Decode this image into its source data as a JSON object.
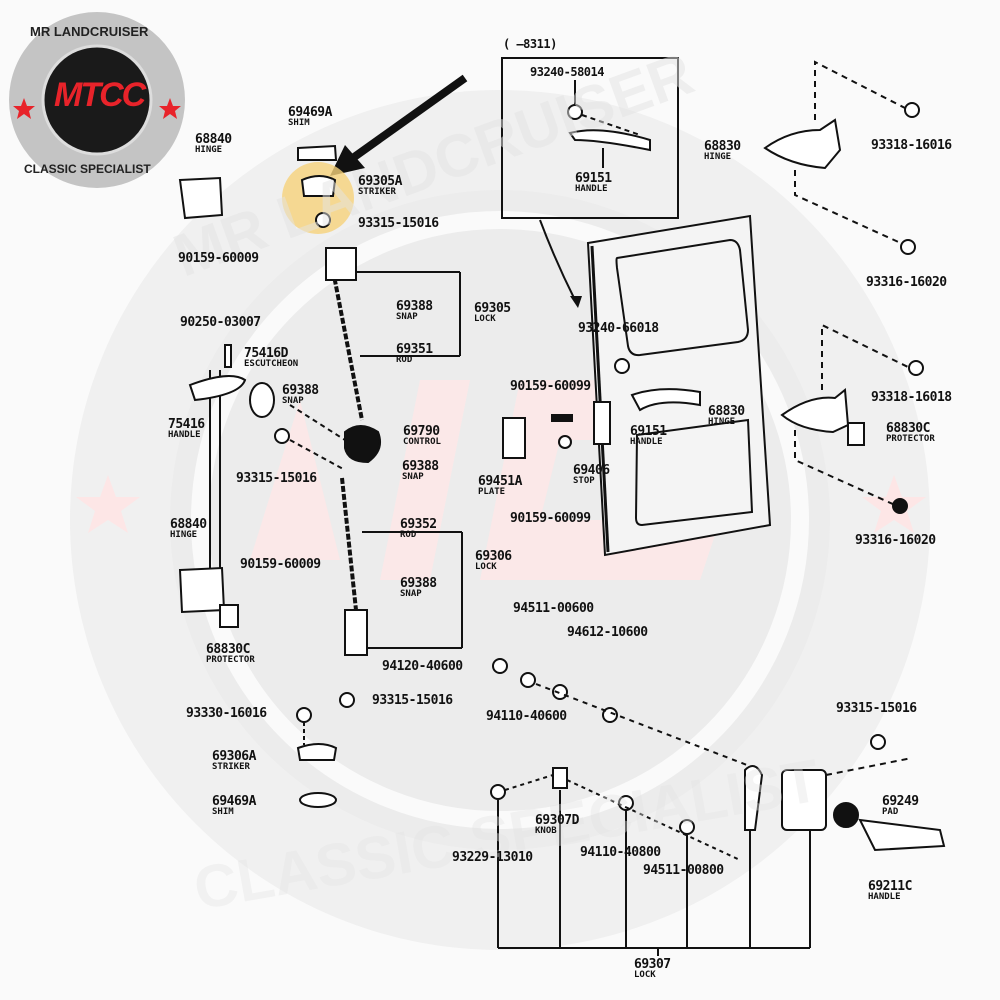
{
  "logo": {
    "brand_top": "MR LANDCRUISER",
    "brand_bottom": "CLASSIC SPECIALIST",
    "monogram": "MTCC",
    "colors": {
      "ring": "#c8c8c8",
      "disc": "#1a1a1a",
      "accent": "#e8232a"
    }
  },
  "watermark": {
    "text_top": "MR LANDCRUISER",
    "text_bottom": "CLASSIC SPECIALIST",
    "color": "#e6e6e6",
    "tint": "#fde8e8"
  },
  "inset": {
    "range": "(      –8311)",
    "bolt": "93240-58014",
    "handle_no": "69151",
    "handle_name": "HANDLE"
  },
  "highlight": {
    "part": "69305A",
    "color": "#f6d27a"
  },
  "parts": {
    "shim_top": {
      "no": "69469A",
      "name": "SHIM"
    },
    "hinge_upper_left": {
      "no": "68840",
      "name": "HINGE"
    },
    "striker_top": {
      "no": "69305A",
      "name": "STRIKER"
    },
    "nut_93315_a": {
      "no": "93315-15016"
    },
    "screw_90159_a": {
      "no": "90159-60009"
    },
    "pin_90250": {
      "no": "90250-03007"
    },
    "snap_69388_a": {
      "no": "69388",
      "name": "SNAP"
    },
    "lock_69305": {
      "no": "69305",
      "name": "LOCK"
    },
    "rod_69351": {
      "no": "69351",
      "name": "ROD"
    },
    "escutcheon": {
      "no": "75416D",
      "name": "ESCUTCHEON"
    },
    "snap_69388_b": {
      "no": "69388",
      "name": "SNAP"
    },
    "handle_75416": {
      "no": "75416",
      "name": "HANDLE"
    },
    "control": {
      "no": "69790",
      "name": "CONTROL"
    },
    "nut_93315_b": {
      "no": "93315-15016"
    },
    "snap_69388_c": {
      "no": "69388",
      "name": "SNAP"
    },
    "hinge_lower_left": {
      "no": "68840",
      "name": "HINGE"
    },
    "rod_69352": {
      "no": "69352",
      "name": "ROD"
    },
    "lock_69306": {
      "no": "69306",
      "name": "LOCK"
    },
    "screw_90159_b": {
      "no": "90159-60009"
    },
    "snap_69388_d": {
      "no": "69388",
      "name": "SNAP"
    },
    "protector_left": {
      "no": "68830C",
      "name": "PROTECTOR"
    },
    "bolt_94120": {
      "no": "94120-40600"
    },
    "nut_93315_c": {
      "no": "93315-15016"
    },
    "bolt_93330": {
      "no": "93330-16016"
    },
    "striker_bottom": {
      "no": "69306A",
      "name": "STRIKER"
    },
    "shim_bottom": {
      "no": "69469A",
      "name": "SHIM"
    },
    "bolt_93240_door": {
      "no": "93240-66018"
    },
    "screw_90159_c": {
      "no": "90159-60099"
    },
    "plate": {
      "no": "69451A",
      "name": "PLATE"
    },
    "stop": {
      "no": "69406",
      "name": "STOP"
    },
    "handle_69151": {
      "no": "69151",
      "name": "HANDLE"
    },
    "screw_90159_d": {
      "no": "90159-60099"
    },
    "hinge_upper_right": {
      "no": "68830",
      "name": "HINGE"
    },
    "bolt_93318_a": {
      "no": "93318-16016"
    },
    "bolt_93316_a": {
      "no": "93316-16020"
    },
    "hinge_lower_right": {
      "no": "68830",
      "name": "HINGE"
    },
    "bolt_93318_b": {
      "no": "93318-16018"
    },
    "protector_right": {
      "no": "68830C",
      "name": "PROTECTOR"
    },
    "bolt_93316_b": {
      "no": "93316-16020"
    },
    "washer_94511_a": {
      "no": "94511-00600"
    },
    "washer_94612": {
      "no": "94612-10600"
    },
    "nut_94110_a": {
      "no": "94110-40600"
    },
    "nut_93315_d": {
      "no": "93315-15016"
    },
    "pad": {
      "no": "69249",
      "name": "PAD"
    },
    "handle_69211c": {
      "no": "69211C",
      "name": "HANDLE"
    },
    "bolt_93229": {
      "no": "93229-13010"
    },
    "knob": {
      "no": "69307D",
      "name": "KNOB"
    },
    "nut_94110_b": {
      "no": "94110-40800"
    },
    "washer_94511_b": {
      "no": "94511-00800"
    },
    "lock_69307": {
      "no": "69307",
      "name": "LOCK"
    }
  }
}
